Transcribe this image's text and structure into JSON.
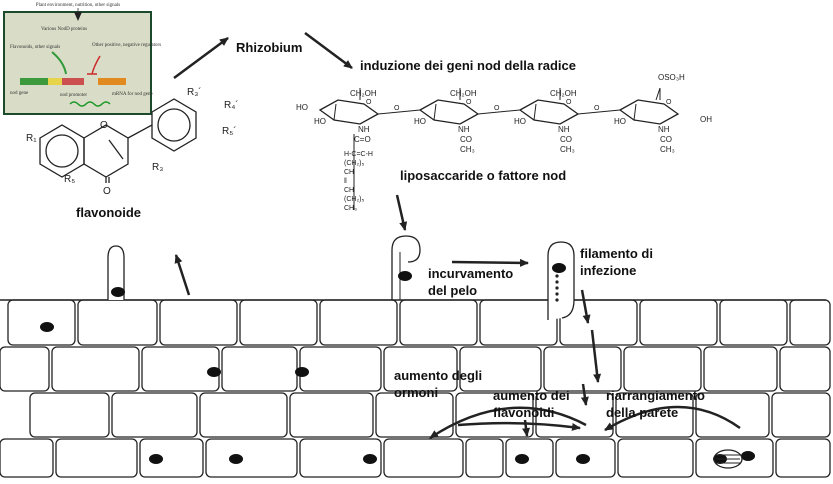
{
  "inset": {
    "header": "Plant environment, nutrition, other signals",
    "left_label": "Flavonoids, other signals",
    "center_label": "Various NodD proteins",
    "right_label": "Other positive, negative regulators",
    "nod_gene": "nod gene",
    "nod_promoter": "nod promoter",
    "mrna": "mRNA for nod gene"
  },
  "labels": {
    "rhizobium": "Rhizobium",
    "induzione": "induzione dei geni nod della radice",
    "flavonoide": "flavonoide",
    "liposaccaride": "liposaccaride o fattore nod",
    "incurvamento_1": "incurvamento",
    "incurvamento_2": "del pelo",
    "filamento_1": "filamento di",
    "filamento_2": "infezione",
    "aumento_ormoni_1": "aumento degli",
    "aumento_ormoni_2": "ormoni",
    "aumento_flav_1": "aumento dei",
    "aumento_flav_2": "flavonoidi",
    "riarr_1": "riarrangiamento",
    "riarr_2": "della parete"
  },
  "flavonoid_structure": {
    "r1": "R₁",
    "r3": "R₃",
    "r5": "R₅",
    "r3p": "R₃´",
    "r4p": "R₄´",
    "r5p": "R₅´",
    "o_ring": "O",
    "o_keto": "O"
  },
  "nod_factor_structure": {
    "ch2oh": "CH₂OH",
    "oso3h": "OSO₃H",
    "ho": "HO",
    "oh": "OH",
    "nh": "NH",
    "co": "CO",
    "ch3": "CH₃",
    "o": "O",
    "ch_chain": [
      "H-C=C-H",
      "(CH₂)₅",
      "CH",
      "‖",
      "CH",
      "(CH₂)₅",
      "CH₃"
    ],
    "c_o": "C=O"
  },
  "colors": {
    "ink": "#222222",
    "nucleus": "#111111",
    "inset_border": "#1c4a2c",
    "inset_bg": "#d9dcc6",
    "gene_green": "#3c9a3c",
    "gene_orange": "#e08a20",
    "gene_red": "#cc2a2a",
    "mrna_green": "#1f9a2a"
  }
}
